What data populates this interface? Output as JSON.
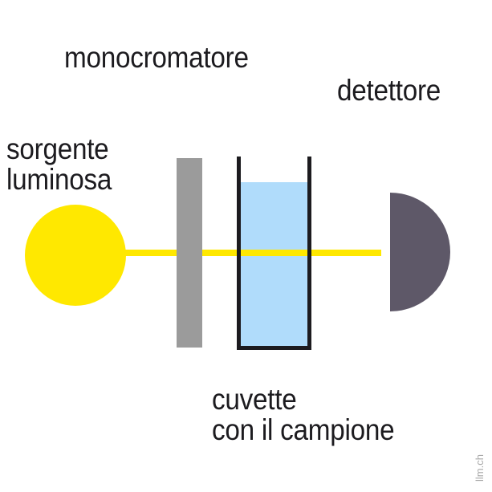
{
  "labels": {
    "monochromator": "monocromatore",
    "detector": "detettore",
    "light_source_line1": "sorgente",
    "light_source_line2": "luminosa",
    "cuvette_line1": "cuvette",
    "cuvette_line2": "con il campione"
  },
  "credit": "llm.ch",
  "colors": {
    "light_source": "#ffe800",
    "beam": "#ffe800",
    "monochromator": "#9b9b9b",
    "cuvette_wall": "#1c1b1f",
    "sample_liquid": "#b0dcfb",
    "detector": "#5e5868",
    "text": "#1c1b1f"
  }
}
